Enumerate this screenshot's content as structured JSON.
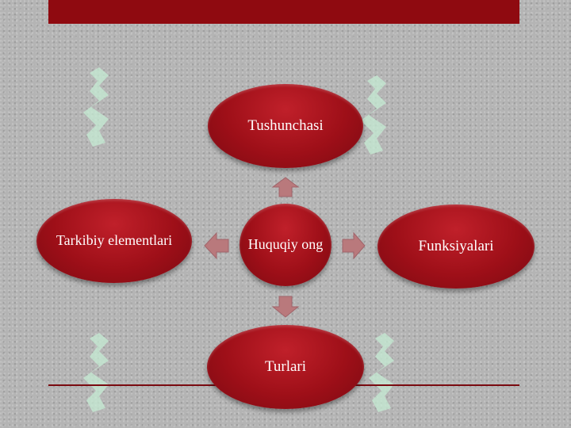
{
  "diagram": {
    "center": "Huquqiy ong",
    "nodes": {
      "top": "Tushunchasi",
      "right": "Funksiyalari",
      "bottom": "Turlari",
      "left": "Tarkibiy elementlari"
    }
  },
  "colors": {
    "accent": "#8f0a10",
    "node_fill": "#9e0f18",
    "arrow": "#b9797c",
    "watermark": "#c6ecd4"
  },
  "icons": [
    "watermark-glyph-icon",
    "arrow-up-icon",
    "arrow-right-icon",
    "arrow-down-icon",
    "arrow-left-icon"
  ]
}
